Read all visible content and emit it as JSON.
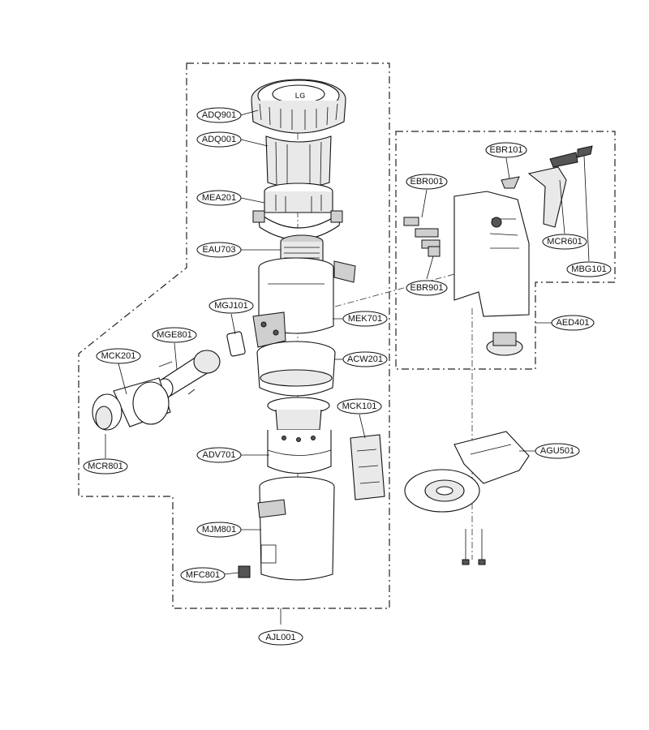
{
  "diagram": {
    "part_labels": {
      "adq901": "ADQ901",
      "adq001": "ADQ001",
      "mea201": "MEA201",
      "eau703": "EAU703",
      "mgj101": "MGJ101",
      "mek701": "MEK701",
      "mge801": "MGE801",
      "mck201": "MCK201",
      "acw201": "ACW201",
      "mck101": "MCK101",
      "mcr801": "MCR801",
      "adv701": "ADV701",
      "mjm801": "MJM801",
      "mfc801": "MFC801",
      "ajl001": "AJL001",
      "ebr101": "EBR101",
      "ebr001": "EBR001",
      "mcr601": "MCR601",
      "mbg101": "MBG101",
      "ebr901": "EBR901",
      "aed401": "AED401",
      "agu501": "AGU501"
    },
    "logo_text": "LG"
  }
}
